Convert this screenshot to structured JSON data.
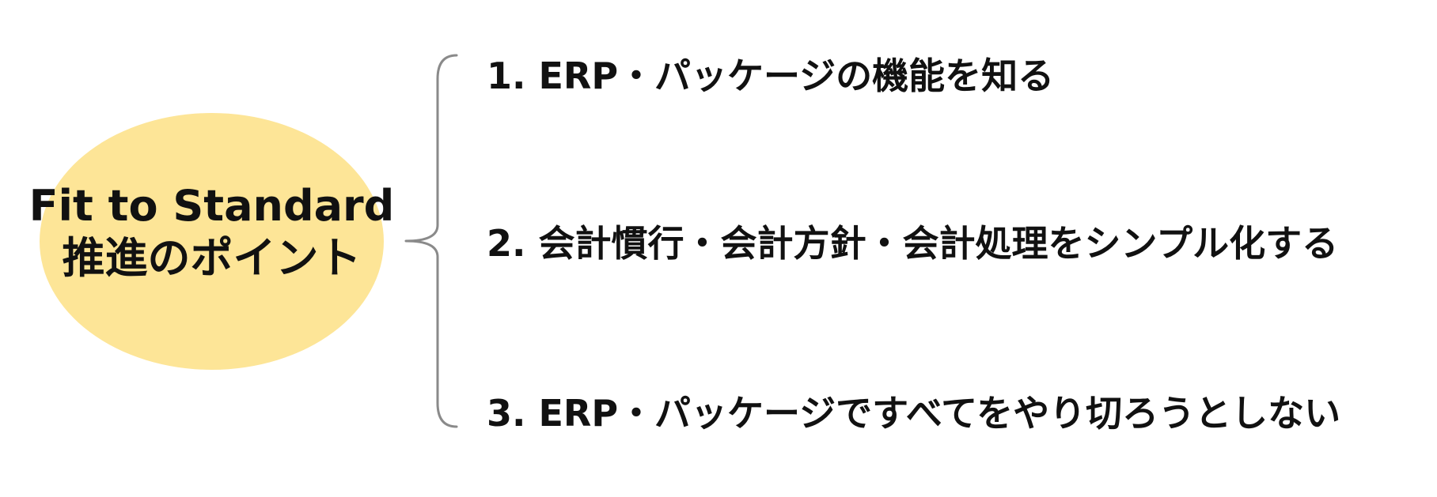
{
  "center": {
    "line1": "Fit to Standard",
    "line2": "推進のポイント",
    "fill_color": "#fde597"
  },
  "points": [
    {
      "label": "1. ERP・パッケージの機能を知る"
    },
    {
      "label": "2. 会計慣行・会計方針・会計処理をシンプル化する"
    },
    {
      "label": "3. ERP・パッケージですべてをやり切ろうとしない"
    }
  ],
  "colors": {
    "text": "#111111",
    "brace": "#8a8a8a"
  }
}
